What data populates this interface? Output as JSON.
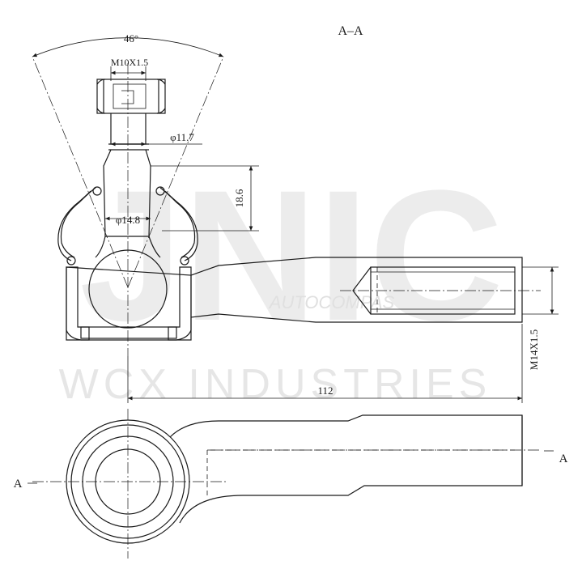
{
  "section_label": "A–A",
  "dimensions": {
    "angle": "46°",
    "thread_top": "M10X1.5",
    "dia_neck": "φ11.7",
    "height": "18.6",
    "dia_ball": "φ14.8",
    "length": "112",
    "thread_end": "M14X1.5"
  },
  "section_marks": {
    "left": "A",
    "right": "A"
  },
  "watermark": {
    "large": "JNIC",
    "company": "WCX INDUSTRIES",
    "site": "AUTOCOMPAS"
  },
  "colors": {
    "line": "#1a1a1a",
    "watermark": "#e3e3e3"
  }
}
